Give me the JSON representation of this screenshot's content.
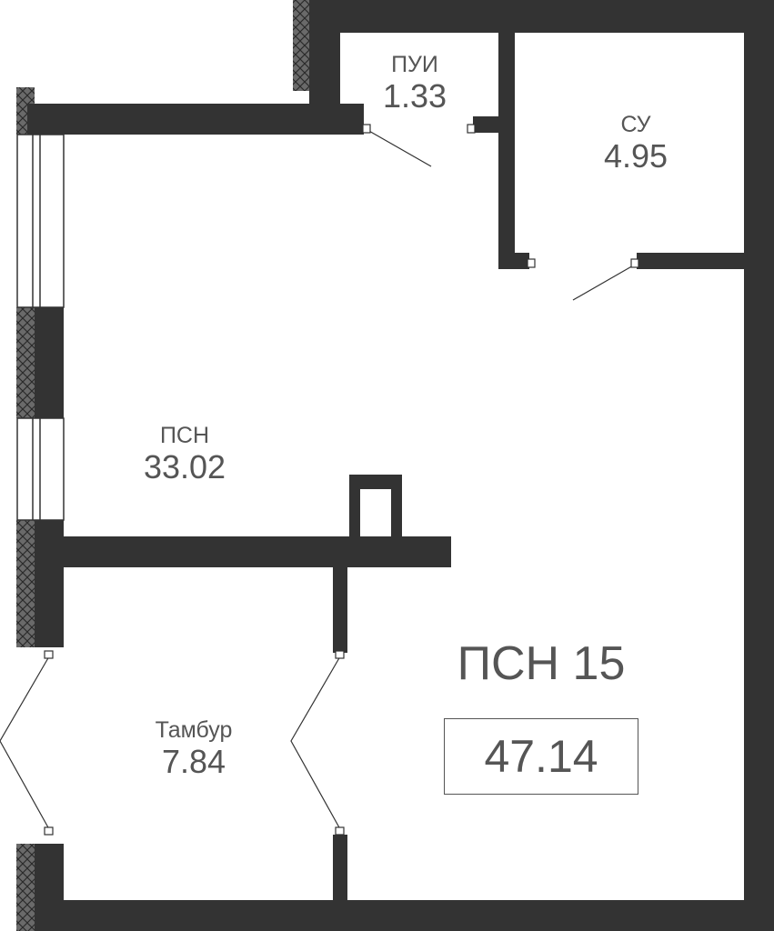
{
  "plan": {
    "unit_title": "ПСН 15",
    "total_area": "47.14",
    "rooms": [
      {
        "name": "ПУИ",
        "area": "1.33"
      },
      {
        "name": "СУ",
        "area": "4.95"
      },
      {
        "name": "ПСН",
        "area": "33.02"
      },
      {
        "name": "Тамбур",
        "area": "7.84"
      }
    ]
  },
  "colors": {
    "wall": "#333333",
    "text": "#555555",
    "hatch": "#555555",
    "background": "#ffffff"
  }
}
